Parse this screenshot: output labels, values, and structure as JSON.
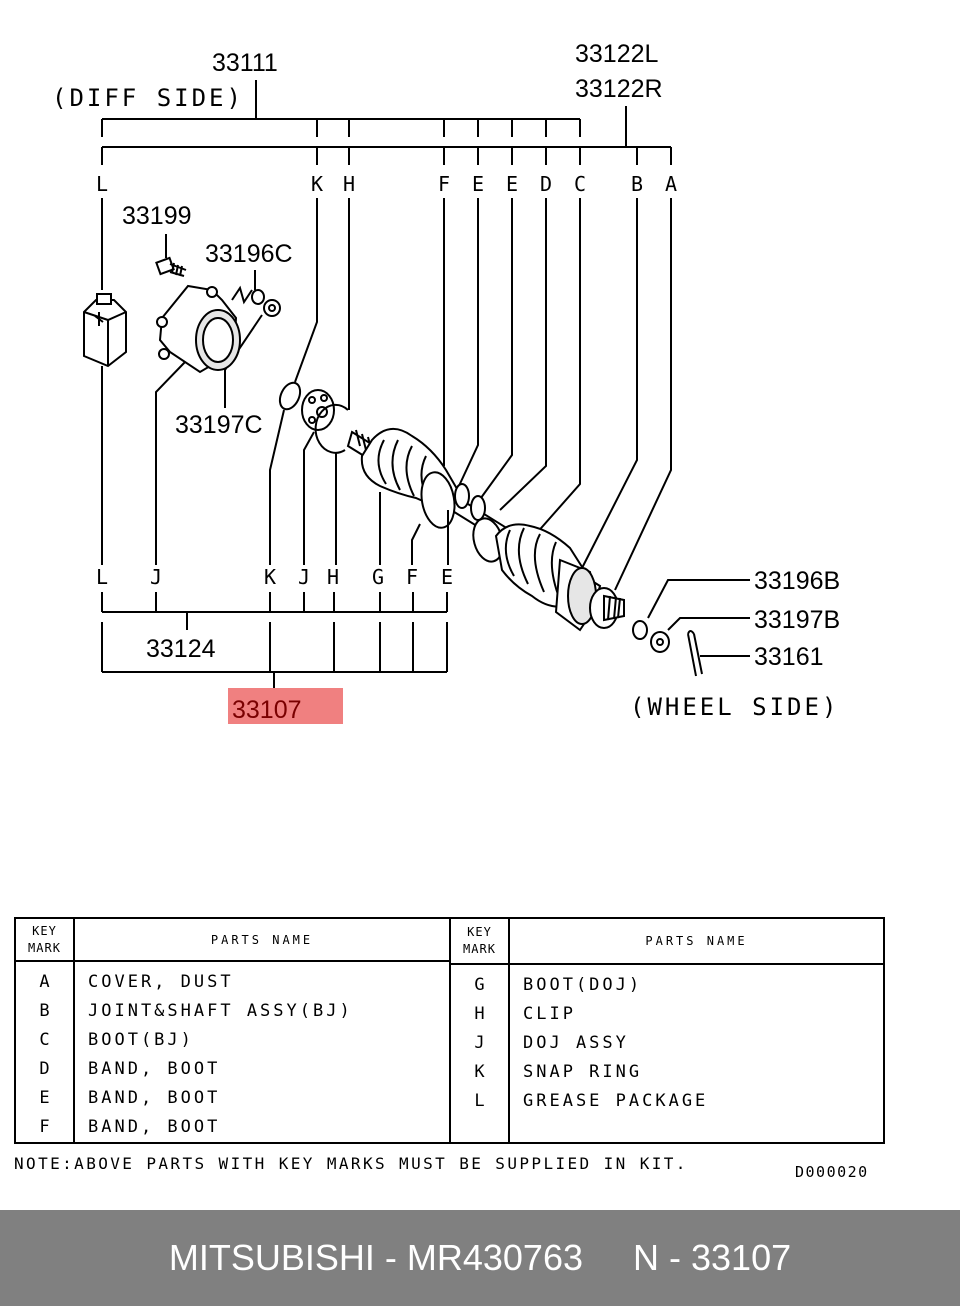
{
  "diagram": {
    "labels": {
      "p33111": "33111",
      "diff_side": "(DIFF SIDE)",
      "p33122L": "33122L",
      "p33122R": "33122R",
      "p33199": "33199",
      "p33196C": "33196C",
      "p33197C": "33197C",
      "p33124": "33124",
      "p33107": "33107",
      "p33196B": "33196B",
      "p33197B": "33197B",
      "p33161": "33161",
      "wheel_side": "(WHEEL SIDE)"
    },
    "top_keys": {
      "L": "L",
      "K": "K",
      "H": "H",
      "F": "F",
      "E1": "E",
      "E2": "E",
      "D": "D",
      "C": "C",
      "B": "B",
      "A": "A"
    },
    "bottom_keys": {
      "L": "L",
      "J": "J",
      "K": "K",
      "J2": "J",
      "H": "H",
      "G": "G",
      "F": "F",
      "E": "E"
    },
    "highlight_color": "#f08080"
  },
  "table": {
    "key_header": "KEY\nMARK",
    "name_header": "PARTS NAME",
    "left": [
      {
        "key": "A",
        "name": "COVER, DUST"
      },
      {
        "key": "B",
        "name": "JOINT&SHAFT ASSY(BJ)"
      },
      {
        "key": "C",
        "name": "BOOT(BJ)"
      },
      {
        "key": "D",
        "name": "BAND, BOOT"
      },
      {
        "key": "E",
        "name": "BAND, BOOT"
      },
      {
        "key": "F",
        "name": "BAND, BOOT"
      }
    ],
    "right": [
      {
        "key": "G",
        "name": "BOOT(DOJ)"
      },
      {
        "key": "H",
        "name": "CLIP"
      },
      {
        "key": "J",
        "name": "DOJ ASSY"
      },
      {
        "key": "K",
        "name": "SNAP RING"
      },
      {
        "key": "L",
        "name": "GREASE PACKAGE"
      }
    ]
  },
  "note": "NOTE:ABOVE PARTS WITH KEY MARKS MUST BE SUPPLIED IN KIT.",
  "ref_code": "D000020",
  "footer": {
    "text": "MITSUBISHI - MR430763     N - 33107"
  }
}
